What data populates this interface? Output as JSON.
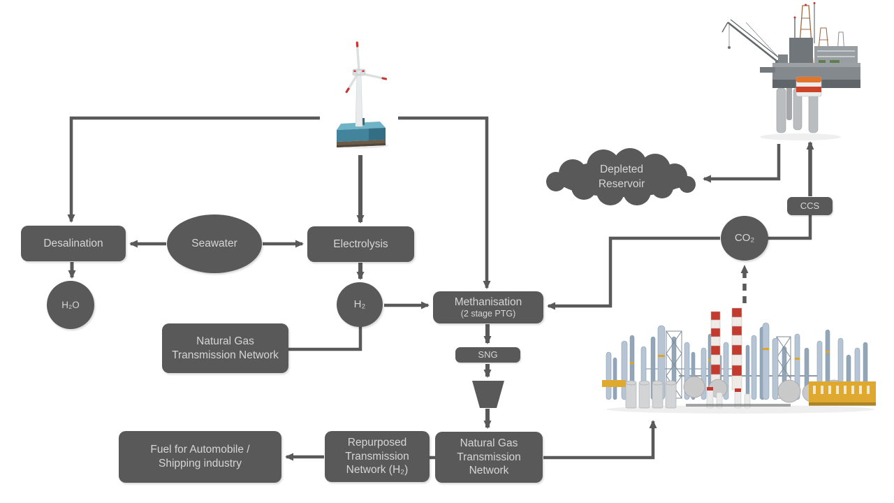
{
  "colors": {
    "background": "#ffffff",
    "node_fill": "#595959",
    "node_text": "#d6d6d6",
    "connector": "#595959",
    "chimney_red": "#c23b2e",
    "accent_yellow": "#dfa92f",
    "sea_blue": "#5ea7bc"
  },
  "nodes": {
    "desalination": {
      "label": "Desalination"
    },
    "seawater": {
      "label": "Seawater"
    },
    "electrolysis": {
      "label": "Electrolysis"
    },
    "h2o": {
      "label": "H₂O"
    },
    "h2": {
      "label": "H₂"
    },
    "ng_network_mid": {
      "label": "Natural Gas Transmission Network"
    },
    "methanisation": {
      "label": "Methanisation",
      "sublabel": "(2 stage PTG)"
    },
    "sng": {
      "label": "SNG"
    },
    "co2": {
      "label": "CO₂"
    },
    "ccs": {
      "label": "CCS"
    },
    "depleted_reservoir": {
      "label": "Depleted Reservoir"
    },
    "fuel": {
      "label": "Fuel for Automobile / Shipping industry"
    },
    "repurposed_network": {
      "label": "Repurposed Transmission Network (H₂)"
    },
    "ng_network_bottom": {
      "label": "Natural Gas Transmission Network"
    }
  },
  "images": {
    "wind_turbine": {
      "name": "offshore-wind-turbine"
    },
    "oil_platform": {
      "name": "offshore-oil-drilling-platform"
    },
    "refinery": {
      "name": "gas-processing-plant"
    }
  }
}
